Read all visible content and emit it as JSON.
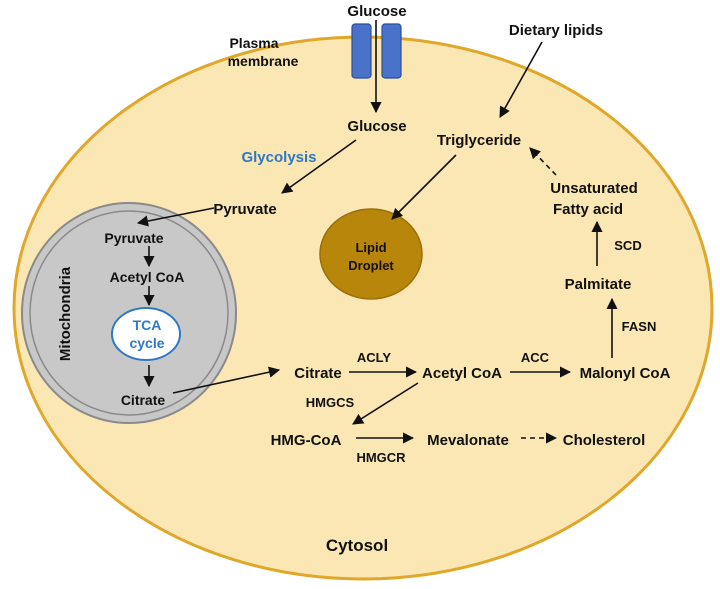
{
  "colors": {
    "cell_fill": "#fbe7b3",
    "cell_stroke": "#e0a72a",
    "mito_fill": "#c8c8c8",
    "mito_stroke": "#8a8a8a",
    "droplet_fill": "#b8860b",
    "channel_fill": "#4a72c8",
    "tca_blue": "#2f78c4",
    "glycolysis_blue": "#2f78c4"
  },
  "labels": {
    "glucose_outside": "Glucose",
    "plasma_membrane_line1": "Plasma",
    "plasma_membrane_line2": "membrane",
    "dietary_lipids": "Dietary lipids",
    "glucose_inside": "Glucose",
    "triglyceride": "Triglyceride",
    "glycolysis": "Glycolysis",
    "unsaturated_line1": "Unsaturated",
    "unsaturated_line2": "Fatty acid",
    "pyruvate_cytosol": "Pyruvate",
    "lipid_line1": "Lipid",
    "lipid_line2": "Droplet",
    "scd": "SCD",
    "pyruvate_mito": "Pyruvate",
    "acetyl_coa_mito": "Acetyl CoA",
    "palmitate": "Palmitate",
    "mitochondria": "Mitochondria",
    "tca_line1": "TCA",
    "tca_line2": "cycle",
    "fasn": "FASN",
    "citrate_mito": "Citrate",
    "citrate_cytosol": "Citrate",
    "acly": "ACLY",
    "acetyl_coa_cytosol": "Acetyl CoA",
    "acc": "ACC",
    "malonyl_coa": "Malonyl CoA",
    "hmgcs": "HMGCS",
    "hmg_coa": "HMG-CoA",
    "mevalonate": "Mevalonate",
    "cholesterol": "Cholesterol",
    "hmgcr": "HMGCR",
    "cytosol": "Cytosol"
  }
}
